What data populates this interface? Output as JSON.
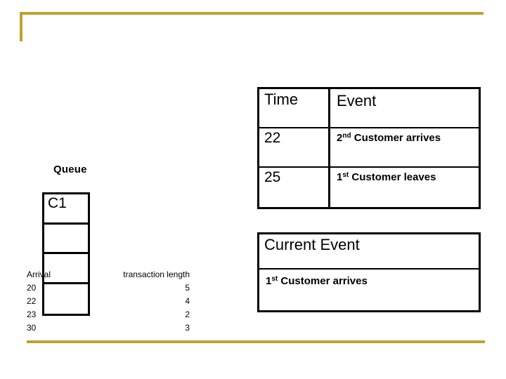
{
  "theme": {
    "accent_gold": "#bfa22e",
    "line_black": "#000000",
    "background": "#ffffff"
  },
  "queue": {
    "label": "Queue",
    "cells": [
      {
        "value": "C1"
      },
      {
        "value": ""
      },
      {
        "value": ""
      },
      {
        "value": ""
      }
    ]
  },
  "arrival_table": {
    "columns": [
      "Arrival",
      "transaction length"
    ],
    "rows": [
      {
        "arrival": "20",
        "transaction_length": "5"
      },
      {
        "arrival": "22",
        "transaction_length": "4"
      },
      {
        "arrival": "23",
        "transaction_length": "2"
      },
      {
        "arrival": "30",
        "transaction_length": "3"
      }
    ]
  },
  "event_table": {
    "headers": {
      "time": "Time",
      "event": "Event"
    },
    "rows": [
      {
        "time": "22",
        "event_ordinal": "2",
        "event_suffix": "nd",
        "event_text": " Customer arrives"
      },
      {
        "time": "25",
        "event_ordinal": "1",
        "event_suffix": "st",
        "event_text": " Customer leaves"
      }
    ]
  },
  "current_event": {
    "title": "Current Event",
    "ordinal": "1",
    "suffix": "st",
    "text": " Customer arrives"
  }
}
